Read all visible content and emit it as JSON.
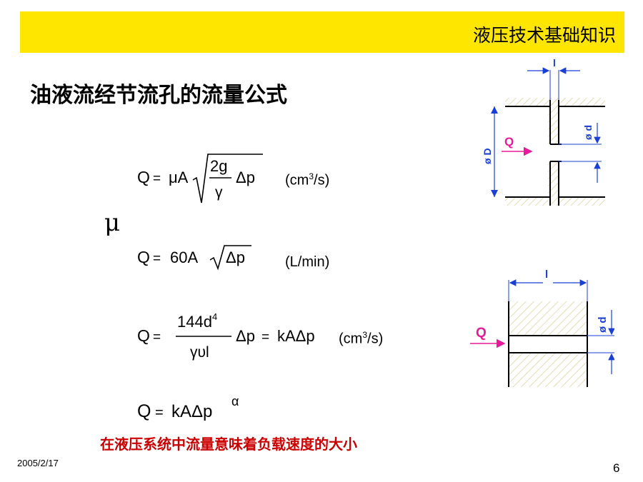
{
  "header": {
    "title": "液压技术基础知识"
  },
  "slide": {
    "title": "油液流经节流孔的流量公式",
    "mu": "μ",
    "caption": "在液压系统中流量意味着负载速度的大小"
  },
  "formulas": {
    "f1": {
      "lhs": "Q",
      "eq": "=",
      "coef": "μA",
      "num": "2g",
      "den": "γ",
      "tail": "Δp",
      "unit_main": "(cm",
      "unit_sup": "3",
      "unit_end": "/s)"
    },
    "f2": {
      "lhs": "Q",
      "eq": "=",
      "coef": "60A",
      "rad": "Δp",
      "unit": "(L/min)"
    },
    "f3": {
      "lhs": "Q",
      "eq": "=",
      "num_main": "144d",
      "num_sup": "4",
      "den": "γυl",
      "mid": "Δp",
      "eq2": "=",
      "rhs": "kAΔp",
      "unit_main": "(cm",
      "unit_sup": "3",
      "unit_end": "/s)"
    },
    "f4": {
      "lhs": "Q",
      "eq": "=",
      "rhs": "kAΔp",
      "exp": "α"
    }
  },
  "diagram1": {
    "label_l": "l",
    "label_D": "ø D",
    "label_d": "ø d",
    "label_Q": "Q"
  },
  "diagram2": {
    "label_l": "l",
    "label_d": "ø d",
    "label_Q": "Q"
  },
  "footer": {
    "date": "2005/2/17",
    "page": "6"
  },
  "colors": {
    "header_bg": "#ffe600",
    "caption": "#cc0000",
    "dimension_blue": "#1a3fd6",
    "flow_magenta": "#e8199a",
    "hatch": "#d8cf95"
  }
}
